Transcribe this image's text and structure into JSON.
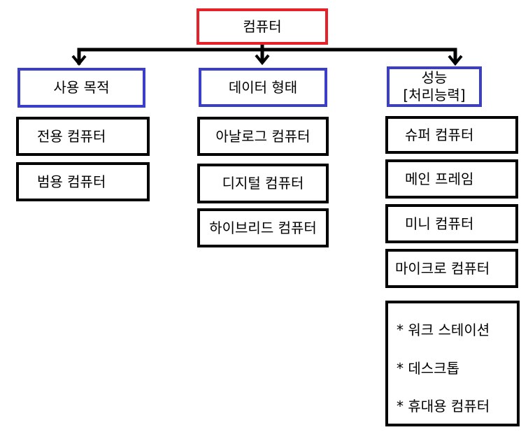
{
  "root": {
    "label": "컴퓨터"
  },
  "categories": [
    {
      "title": "사용 목적",
      "items": [
        "전용 컴퓨터",
        "범용 컴퓨터"
      ]
    },
    {
      "title": "데이터 형태",
      "items": [
        "아날로그 컴퓨터",
        "디지털 컴퓨터",
        "하이브리드 컴퓨터"
      ]
    },
    {
      "title": "성능",
      "subtitle": "[처리능력]",
      "items": [
        "슈퍼 컴퓨터",
        "메인 프레임",
        "미니 컴퓨터",
        "마이크로 컴퓨터"
      ],
      "extra": [
        "* 워크 스테이션",
        "* 데스크톱",
        "* 휴대용 컴퓨터"
      ]
    }
  ],
  "colors": {
    "root_border": "#e8202a",
    "category_border": "#3b3ec8",
    "item_border": "#000000",
    "connector": "#000000"
  }
}
